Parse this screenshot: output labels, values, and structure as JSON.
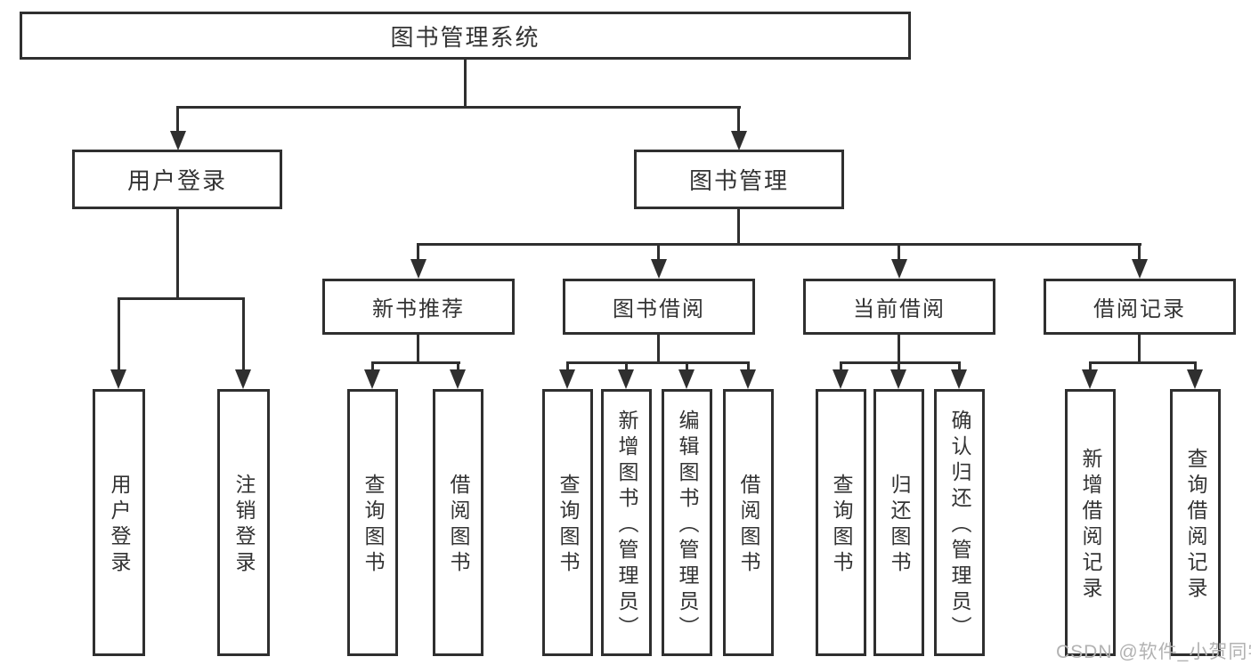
{
  "tree": {
    "root": "图书管理系统",
    "children": [
      {
        "label": "用户登录",
        "children": [
          {
            "label": "用户登录"
          },
          {
            "label": "注销登录"
          }
        ]
      },
      {
        "label": "图书管理",
        "children": [
          {
            "label": "新书推荐",
            "children": [
              {
                "label": "查询图书"
              },
              {
                "label": "借阅图书"
              }
            ]
          },
          {
            "label": "图书借阅",
            "children": [
              {
                "label": "查询图书"
              },
              {
                "label": "新增图书（管理员）"
              },
              {
                "label": "编辑图书（管理员）"
              },
              {
                "label": "借阅图书"
              }
            ]
          },
          {
            "label": "当前借阅",
            "children": [
              {
                "label": "查询图书"
              },
              {
                "label": "归还图书"
              },
              {
                "label": "确认归还（管理员）"
              }
            ]
          },
          {
            "label": "借阅记录",
            "children": [
              {
                "label": "新增借阅记录"
              },
              {
                "label": "查询借阅记录"
              }
            ]
          }
        ]
      }
    ]
  },
  "watermark": {
    "text": "CSDN @软件_小贺同学",
    "color": "#b2b2b2"
  },
  "colors": {
    "line": "#2f2f2f",
    "box_border": "#2f2f2f",
    "box_fill": "#ffffff",
    "text": "#333333",
    "background": "#ffffff"
  }
}
